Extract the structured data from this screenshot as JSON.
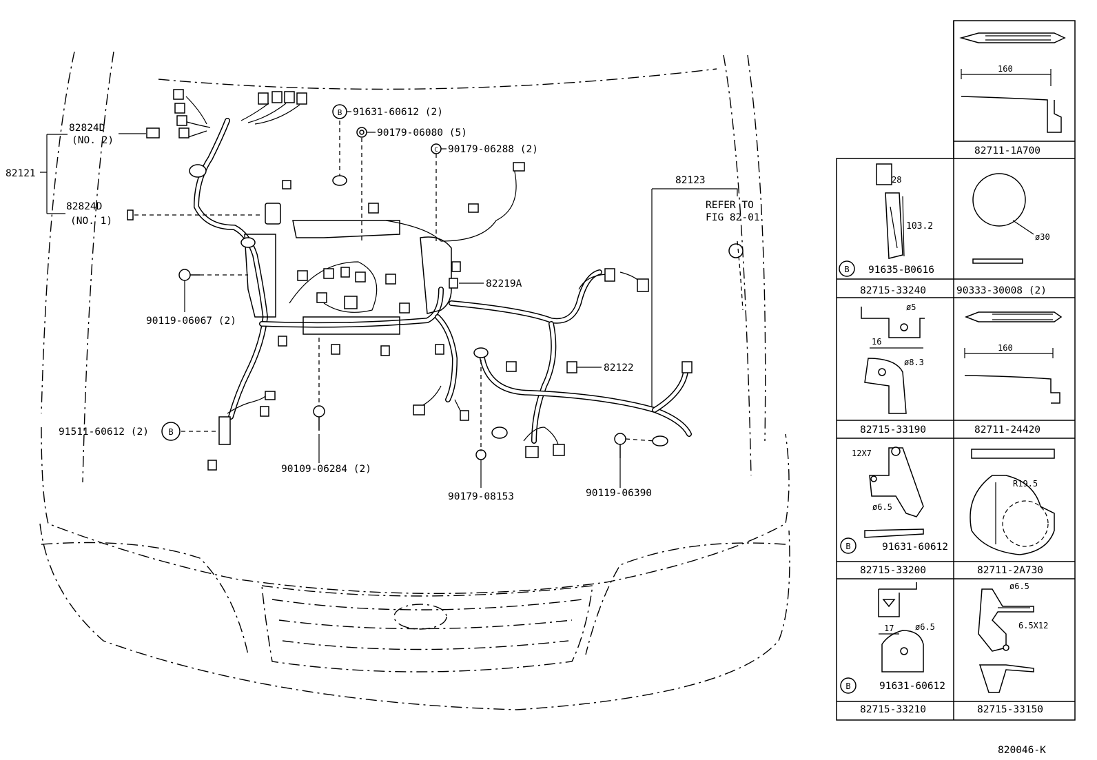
{
  "figure_code": "820046-K",
  "main_labels": {
    "harness_main": "82121",
    "conn_no2_pn": "82824D",
    "conn_no2_sub": "(NO. 2)",
    "conn_no1_pn": "82824D",
    "conn_no1_sub": "(NO. 1)",
    "clip_b_top": "91631-60612 (2)",
    "nut_top": "90179-06080 (5)",
    "nut_c": "90179-06288 (2)",
    "harness_82123": "82123",
    "refer_1": "REFER TO",
    "refer_2": "FIG 82-01",
    "bolt_left": "90119-06067 (2)",
    "clamp_82219a": "82219A",
    "harness_82122": "82122",
    "clip_left": "91511-60612 (2)",
    "bolt_bottom": "90109-06284 (2)",
    "nut_bottom": "90179-08153",
    "bolt_right": "90119-06390"
  },
  "callout_letters": {
    "b": "B",
    "c": "C"
  },
  "parts_table": {
    "cells": [
      {
        "part": "82711-1A700",
        "dims": [
          "160"
        ]
      },
      {
        "part": "82715-33240",
        "dims": [
          "28",
          "103.2"
        ],
        "sub_part": "91635-B0616"
      },
      {
        "part": "90333-30008 (2)",
        "dims": [
          "ø30"
        ]
      },
      {
        "part": "82715-33190",
        "dims": [
          "ø5",
          "16",
          "ø8.3"
        ]
      },
      {
        "part": "82711-24420",
        "dims": [
          "160"
        ]
      },
      {
        "part": "82715-33200",
        "dims": [
          "12X7",
          "ø6.5"
        ],
        "sub_part": "91631-60612"
      },
      {
        "part": "82711-2A730",
        "dims": [
          "R19.5"
        ]
      },
      {
        "part": "82715-33210",
        "dims": [
          "17",
          "ø6.5"
        ],
        "sub_part": "91631-60612"
      },
      {
        "part": "82715-33150",
        "dims": [
          "ø6.5",
          "6.5X12"
        ]
      }
    ]
  }
}
